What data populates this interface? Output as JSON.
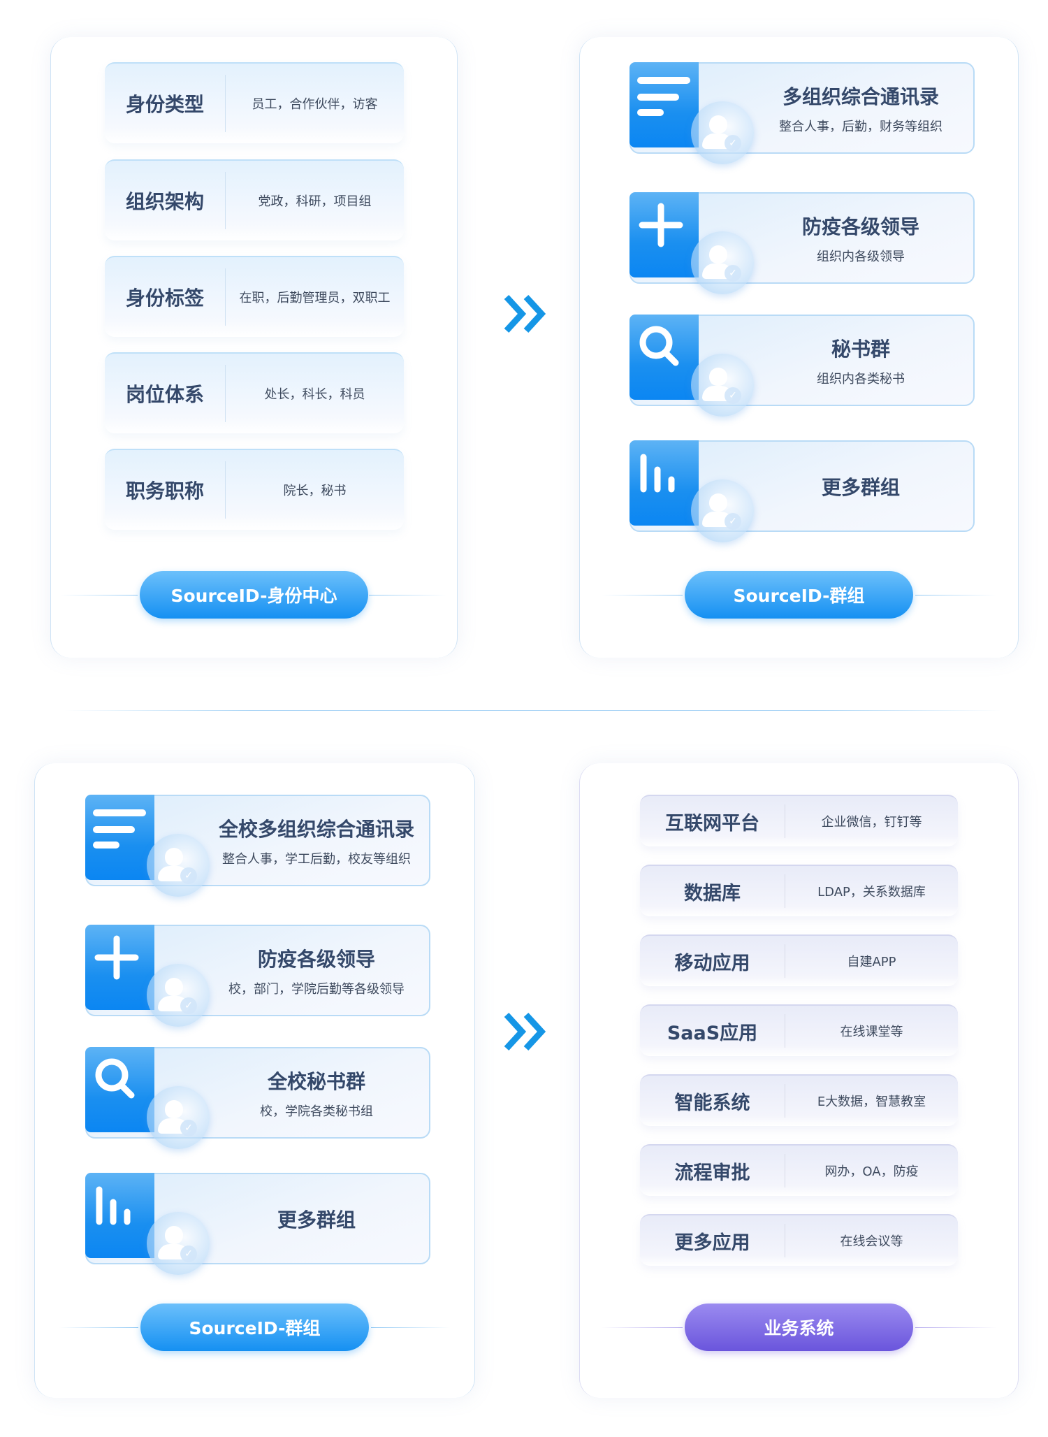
{
  "identity_panel": {
    "title": "SourceID-身份中心",
    "items": [
      {
        "label": "身份类型",
        "desc": "员工，合作伙伴，访客"
      },
      {
        "label": "组织架构",
        "desc": "党政，科研，项目组"
      },
      {
        "label": "身份标签",
        "desc": "在职，后勤管理员，双职工"
      },
      {
        "label": "岗位体系",
        "desc": "处长，科长，科员"
      },
      {
        "label": "职务职称",
        "desc": "院长，秘书"
      }
    ]
  },
  "group_panel_top": {
    "title": "SourceID-群组",
    "items": [
      {
        "icon": "list-icon",
        "title": "多组织综合通讯录",
        "subtitle": "整合人事，后勤，财务等组织"
      },
      {
        "icon": "plus-icon",
        "title": "防疫各级领导",
        "subtitle": "组织内各级领导"
      },
      {
        "icon": "search-icon",
        "title": "秘书群",
        "subtitle": "组织内各类秘书"
      },
      {
        "icon": "bar-chart-icon",
        "title": "更多群组",
        "subtitle": ""
      }
    ]
  },
  "group_panel_bottom": {
    "title": "SourceID-群组",
    "items": [
      {
        "icon": "list-icon",
        "title": "全校多组织综合通讯录",
        "subtitle": "整合人事，学工后勤，校友等组织"
      },
      {
        "icon": "plus-icon",
        "title": "防疫各级领导",
        "subtitle": "校，部门，学院后勤等各级领导"
      },
      {
        "icon": "search-icon",
        "title": "全校秘书群",
        "subtitle": "校，学院各类秘书组"
      },
      {
        "icon": "bar-chart-icon",
        "title": "更多群组",
        "subtitle": ""
      }
    ]
  },
  "business_panel": {
    "title": "业务系统",
    "items": [
      {
        "label": "互联网平台",
        "desc": "企业微信，钉钉等"
      },
      {
        "label": "数据库",
        "desc": "LDAP，关系数据库"
      },
      {
        "label": "移动应用",
        "desc": "自建APP"
      },
      {
        "label": "SaaS应用",
        "desc": "在线课堂等"
      },
      {
        "label": "智能系统",
        "desc": "E大数据，智慧教室"
      },
      {
        "label": "流程审批",
        "desc": "网办，OA，防疫"
      },
      {
        "label": "更多应用",
        "desc": "在线会议等"
      }
    ]
  },
  "colors": {
    "accent_blue": "#1590f2",
    "accent_purple": "#6a55dc",
    "text": "#34486a"
  }
}
